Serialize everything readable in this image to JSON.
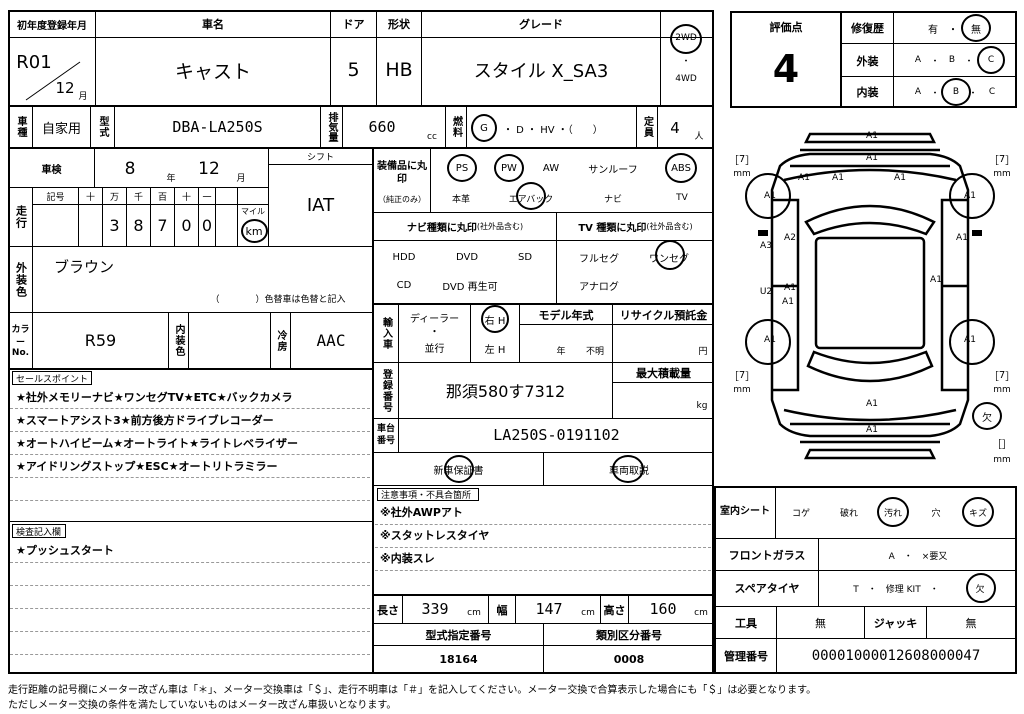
{
  "header": {
    "reg_label": "初年度登録年月",
    "reg_era": "R01",
    "reg_month": "12",
    "reg_month_unit": "月",
    "name_label": "車名",
    "name": "キャスト",
    "doors_label": "ドア",
    "doors": "5",
    "shape_label": "形状",
    "shape": "HB",
    "grade_label": "グレード",
    "grade": "スタイル X_SA3",
    "drive_2wd": "2WD",
    "drive_dot": "・",
    "drive_4wd": "4WD"
  },
  "row2": {
    "usage_label": "車種",
    "usage": "自家用",
    "model_label": "型式",
    "model": "DBA-LA250S",
    "disp_label": "排気量",
    "disp": "660",
    "disp_unit": "cc",
    "fuel_label": "燃料",
    "fuel_g": "G",
    "fuel_rest": "・ D ・ HV ・（　　）",
    "capacity_label": "定員",
    "capacity": "4",
    "capacity_unit": "人"
  },
  "inspection": {
    "label": "車検",
    "year": "8",
    "year_unit": "年",
    "month": "12",
    "month_unit": "月",
    "shift_label": "シフト",
    "shift": "IAT"
  },
  "mileage": {
    "label": "走行",
    "headers": [
      "記号",
      "十",
      "万",
      "千",
      "百",
      "十",
      "一"
    ],
    "digits": [
      "",
      "",
      "3",
      "8",
      "7",
      "0",
      "0"
    ],
    "mile_label": "マイル",
    "km_label": "km"
  },
  "exterior_color": {
    "label": "外装色",
    "value": "ブラウン",
    "note": "（　　　　）色替車は色替と記入"
  },
  "color_no": {
    "label": "カラーNo.",
    "value": "R59",
    "interior_label": "内装色",
    "interior": "",
    "ac_label": "冷房",
    "ac": "AAC"
  },
  "equipment": {
    "label": "装備品に丸印",
    "sub": "（純正のみ）",
    "items_top": [
      "PS",
      "PW",
      "AW",
      "サンルーフ",
      "ABS"
    ],
    "items_bottom": [
      "本革",
      "エアバック",
      "ナビ",
      "TV"
    ]
  },
  "nav": {
    "label": "ナビ種類に丸印",
    "sub": "(社外品含む)",
    "row1": [
      "HDD",
      "DVD",
      "SD"
    ],
    "row2": [
      "CD",
      "DVD 再生可"
    ]
  },
  "tv": {
    "label": "TV 種類に丸印",
    "sub": "(社外品含む)",
    "row1": [
      "フルセグ",
      "ワンセグ"
    ],
    "row2": [
      "アナログ"
    ]
  },
  "import": {
    "label": "輸入車",
    "dealer": "ディーラー",
    "dot": "・",
    "parallel": "並行",
    "right": "右 H",
    "left": "左 H"
  },
  "model_year": {
    "label": "モデル年式",
    "year_unit": "年",
    "unknown": "不明"
  },
  "recycle": {
    "label": "リサイクル預託金",
    "unit": "円"
  },
  "plate": {
    "label": "登録番号",
    "value": "那須580す7312"
  },
  "max_load": {
    "label": "最大積載量",
    "unit": "kg"
  },
  "chassis": {
    "label": "車台番号",
    "value": "LA250S-0191102"
  },
  "docs": {
    "warranty": "新車保証書",
    "manual": "車両取説"
  },
  "notes": {
    "label": "注意事項・不具合箇所",
    "lines": [
      "※社外AWPアト",
      "※スタットレスタイヤ",
      "※内装スレ"
    ]
  },
  "dims": {
    "length_label": "長さ",
    "length": "339",
    "width_label": "幅",
    "width": "147",
    "height_label": "高さ",
    "height": "160",
    "unit": "cm"
  },
  "type_numbers": {
    "designation_label": "型式指定番号",
    "designation": "18164",
    "class_label": "類別区分番号",
    "class": "0008"
  },
  "sales_points": {
    "label": "セールスポイント",
    "lines": [
      "★社外メモリーナビ★ワンセグTV★ETC★バックカメラ",
      "★スマートアシスト3★前方後方ドライブレコーダー",
      "★オートハイビーム★オートライト★ライトレベライザー",
      "★アイドリングストップ★ESC★オートリトラミラー"
    ]
  },
  "inspector": {
    "label": "検査記入欄",
    "lines": [
      "★プッシュスタート"
    ]
  },
  "grade_panel": {
    "score_label": "評価点",
    "score": "4",
    "repair_label": "修復歴",
    "repair_yes": "有",
    "repair_dot": "・",
    "repair_no": "無",
    "exterior_label": "外装",
    "exterior_opts": [
      "A",
      "・",
      "B",
      "・",
      "C"
    ],
    "interior_label": "内装",
    "interior_opts": [
      "A",
      "・",
      "B",
      "・",
      "C"
    ]
  },
  "diagram": {
    "marks": [
      "A1",
      "A1",
      "A1",
      "A1",
      "A1",
      "A1",
      "A1",
      "A3",
      "A2",
      "A1",
      "A1",
      "U2",
      "A1",
      "A1",
      "A1",
      "A1",
      "A1",
      "A1"
    ],
    "bracket_open": "［",
    "bracket_num": "7",
    "bracket_close": "］",
    "mm": "mm",
    "missing": "欠"
  },
  "bottom_right": {
    "seat_label": "室内シート",
    "seat_opts": [
      "コゲ",
      "破れ",
      "汚れ",
      "穴",
      "キズ"
    ],
    "glass_label": "フロントガラス",
    "glass_opts": "A　・　×要又",
    "spare_label": "スペアタイヤ",
    "spare_opts": "T　・　修理 KIT　・",
    "spare_missing": "欠",
    "tools_label": "工具",
    "tools": "無",
    "jack_label": "ジャッキ",
    "jack": "無",
    "serial_label": "管理番号",
    "serial": "00001000012608000047"
  },
  "footer": {
    "line1": "走行距離の記号欄にメーター改ざん車は「＊」、メーター交換車は「＄」、走行不明車は「＃」を記入してください。メーター交換で合算表示した場合にも「＄」は必要となります。",
    "line2": "ただしメーター交換の条件を満たしていないものはメーター改ざん車扱いとなります。"
  }
}
